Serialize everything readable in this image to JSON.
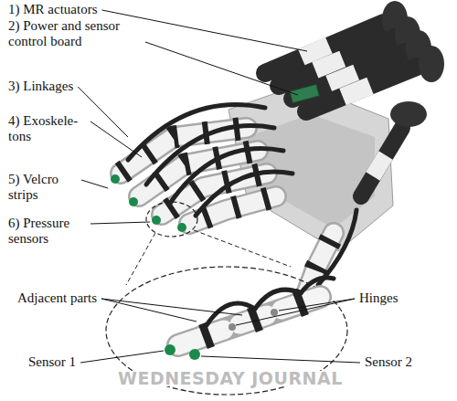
{
  "diagram": {
    "labels": [
      "1) MR actuators",
      "2) Power and sensor control board",
      "3) Linkages",
      "4) Exoskele- tons",
      "5) Velcro strips",
      "6) Pressure sensors",
      "Adjacent parts",
      "Hinges",
      "Sensor 1",
      "Sensor 2",
      "WEDNESDAY JOURNAL"
    ]
  }
}
